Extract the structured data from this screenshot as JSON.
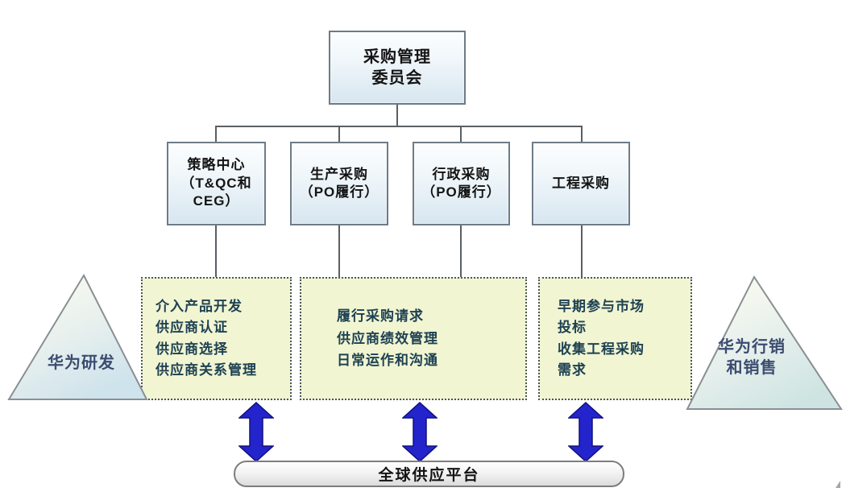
{
  "diagram": {
    "committee": {
      "lines": [
        "采购管理",
        "委员会"
      ]
    },
    "departments": [
      {
        "id": "strategy-center",
        "lines": [
          "策略中心",
          "（T&QC和",
          "CEG）"
        ]
      },
      {
        "id": "production-procurement",
        "lines": [
          "生产采购",
          "（PO履行）"
        ]
      },
      {
        "id": "admin-procurement",
        "lines": [
          "行政采购",
          "（PO履行）"
        ]
      },
      {
        "id": "engineering-procurement",
        "lines": [
          "工程采购"
        ]
      }
    ],
    "functions": [
      {
        "lines": [
          "介入产品开发",
          "供应商认证",
          "供应商选择",
          "供应商关系管理"
        ]
      },
      {
        "lines": [
          "履行采购请求",
          "供应商绩效管理",
          "日常运作和沟通"
        ]
      },
      {
        "lines": [
          "早期参与市场",
          "投标",
          "收集工程采购",
          "需求"
        ]
      }
    ],
    "left_triangle": {
      "lines": [
        "华为研发"
      ]
    },
    "right_triangle": {
      "lines": [
        "华为行销",
        "和销售"
      ]
    },
    "platform": {
      "label": "全球供应平台"
    },
    "icons": [
      "double-arrow-icon",
      "double-arrow-icon",
      "double-arrow-icon"
    ],
    "colors": {
      "box_border": "#6e7b87",
      "box_fill_top": "#fcfeff",
      "box_fill_bottom": "#d7e6f0",
      "function_fill": "#f1f5d2",
      "function_text": "#1e4152",
      "arrow_blue": "#2424cd",
      "arrow_edge": "#10107e",
      "triangle_text": "#3c4c70",
      "connector_gray": "#5a5f63"
    }
  }
}
